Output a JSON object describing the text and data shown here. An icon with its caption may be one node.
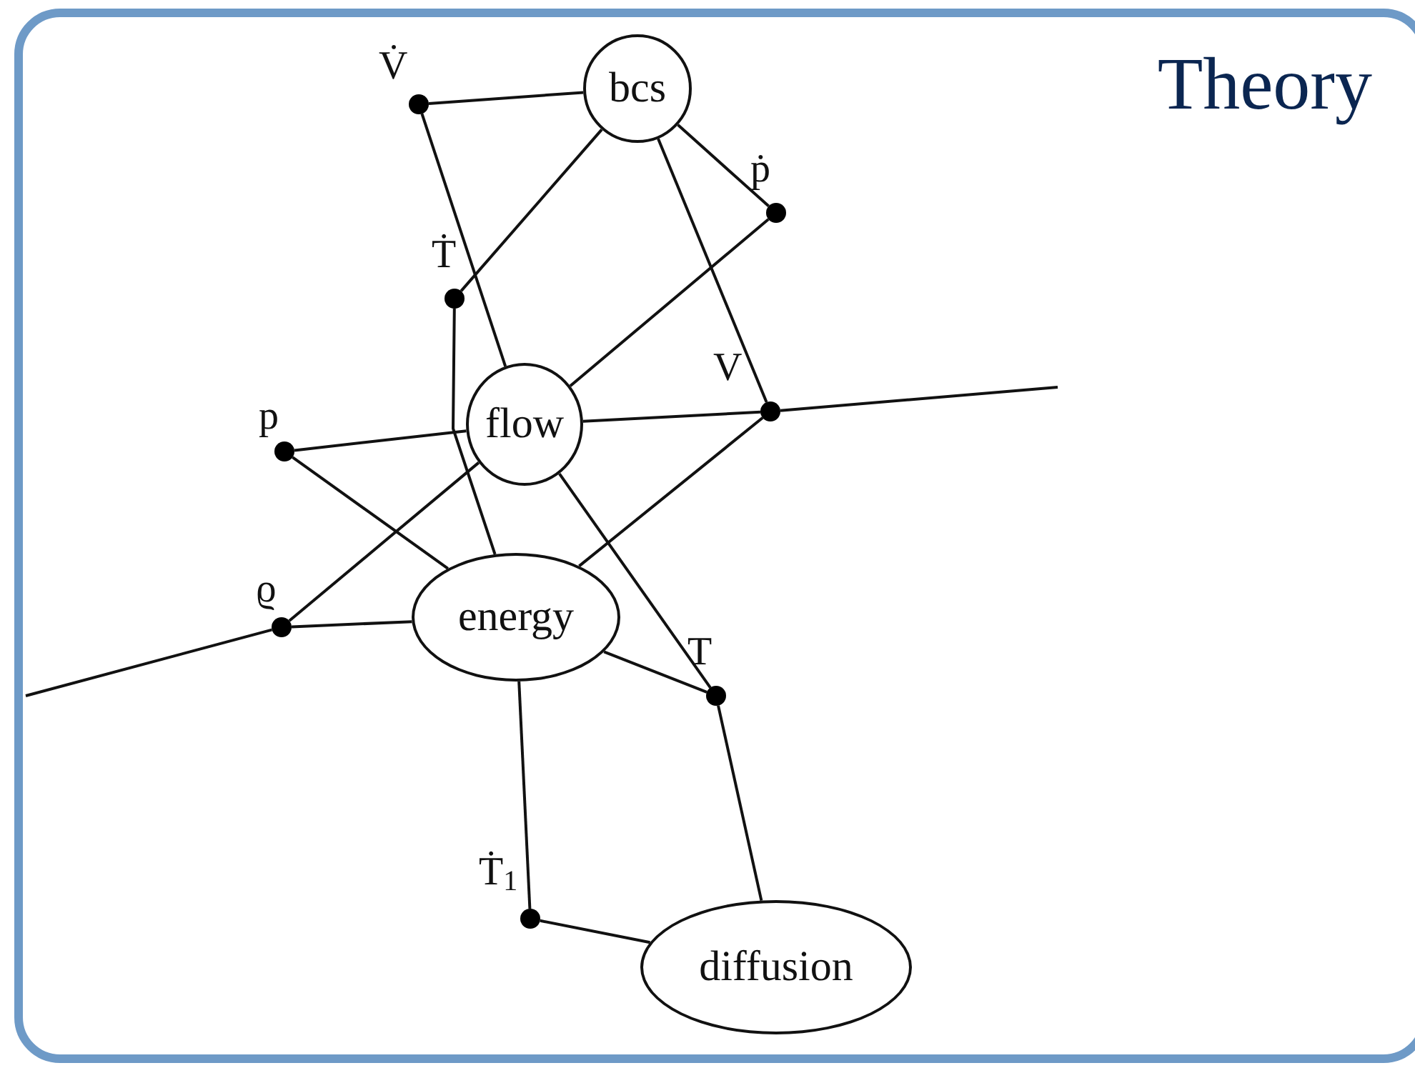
{
  "diagram": {
    "title": "Theory",
    "nodes": [
      {
        "text": [
          "bcs"
        ]
      },
      {
        "text": [
          "flow"
        ]
      },
      {
        "text": [
          "energy"
        ]
      },
      {
        "text": [
          "diffusion"
        ]
      },
      {
        "text": [],
        "shape": "circle",
        "beside": [
          "V̇"
        ]
      },
      {
        "text": [],
        "shape": "circle",
        "beside": [
          "Ṫ"
        ]
      },
      {
        "text": [],
        "shape": "circle",
        "beside": [
          "ṗ"
        ]
      },
      {
        "text": [],
        "shape": "circle",
        "beside": [
          "V"
        ]
      },
      {
        "text": [],
        "shape": "circle",
        "beside": [
          "p"
        ]
      },
      {
        "text": [],
        "shape": "circle",
        "beside": [
          "ϱ"
        ]
      },
      {
        "text": [],
        "shape": "circle",
        "beside": [
          "T"
        ]
      },
      {
        "text": [],
        "shape": "circle",
        "beside": [
          "Ṫ$_{1}$"
        ]
      }
    ],
    "edges": [
      {
        "from": 4,
        "to": 0,
        "arrow": "none"
      },
      {
        "from": 4,
        "to": 1,
        "arrow": "none"
      },
      {
        "from": 0,
        "to": 5,
        "arrow": "none"
      },
      {
        "from": 5,
        "to": 2,
        "arrow": "none"
      },
      {
        "from": 0,
        "to": 6,
        "arrow": "none"
      },
      {
        "from": 0,
        "to": 7,
        "arrow": "none"
      },
      {
        "from": 6,
        "to": 1,
        "arrow": "none"
      },
      {
        "from": 1,
        "to": 7,
        "arrow": "none"
      },
      {
        "from": 7,
        "to": null,
        "arrow": "none"
      },
      {
        "from": 8,
        "to": 1,
        "arrow": "none"
      },
      {
        "from": 8,
        "to": 2,
        "arrow": "none"
      },
      {
        "from": 1,
        "to": 9,
        "arrow": "none"
      },
      {
        "from": 9,
        "to": 2,
        "arrow": "none"
      },
      {
        "from": 9,
        "to": null,
        "arrow": "none"
      },
      {
        "from": 7,
        "to": 2,
        "arrow": "none"
      },
      {
        "from": 1,
        "to": 10,
        "arrow": "none"
      },
      {
        "from": 2,
        "to": 10,
        "arrow": "none"
      },
      {
        "from": 2,
        "to": 11,
        "arrow": "none"
      },
      {
        "from": 11,
        "to": 3,
        "arrow": "none"
      },
      {
        "from": 10,
        "to": 3,
        "arrow": "none"
      }
    ]
  }
}
